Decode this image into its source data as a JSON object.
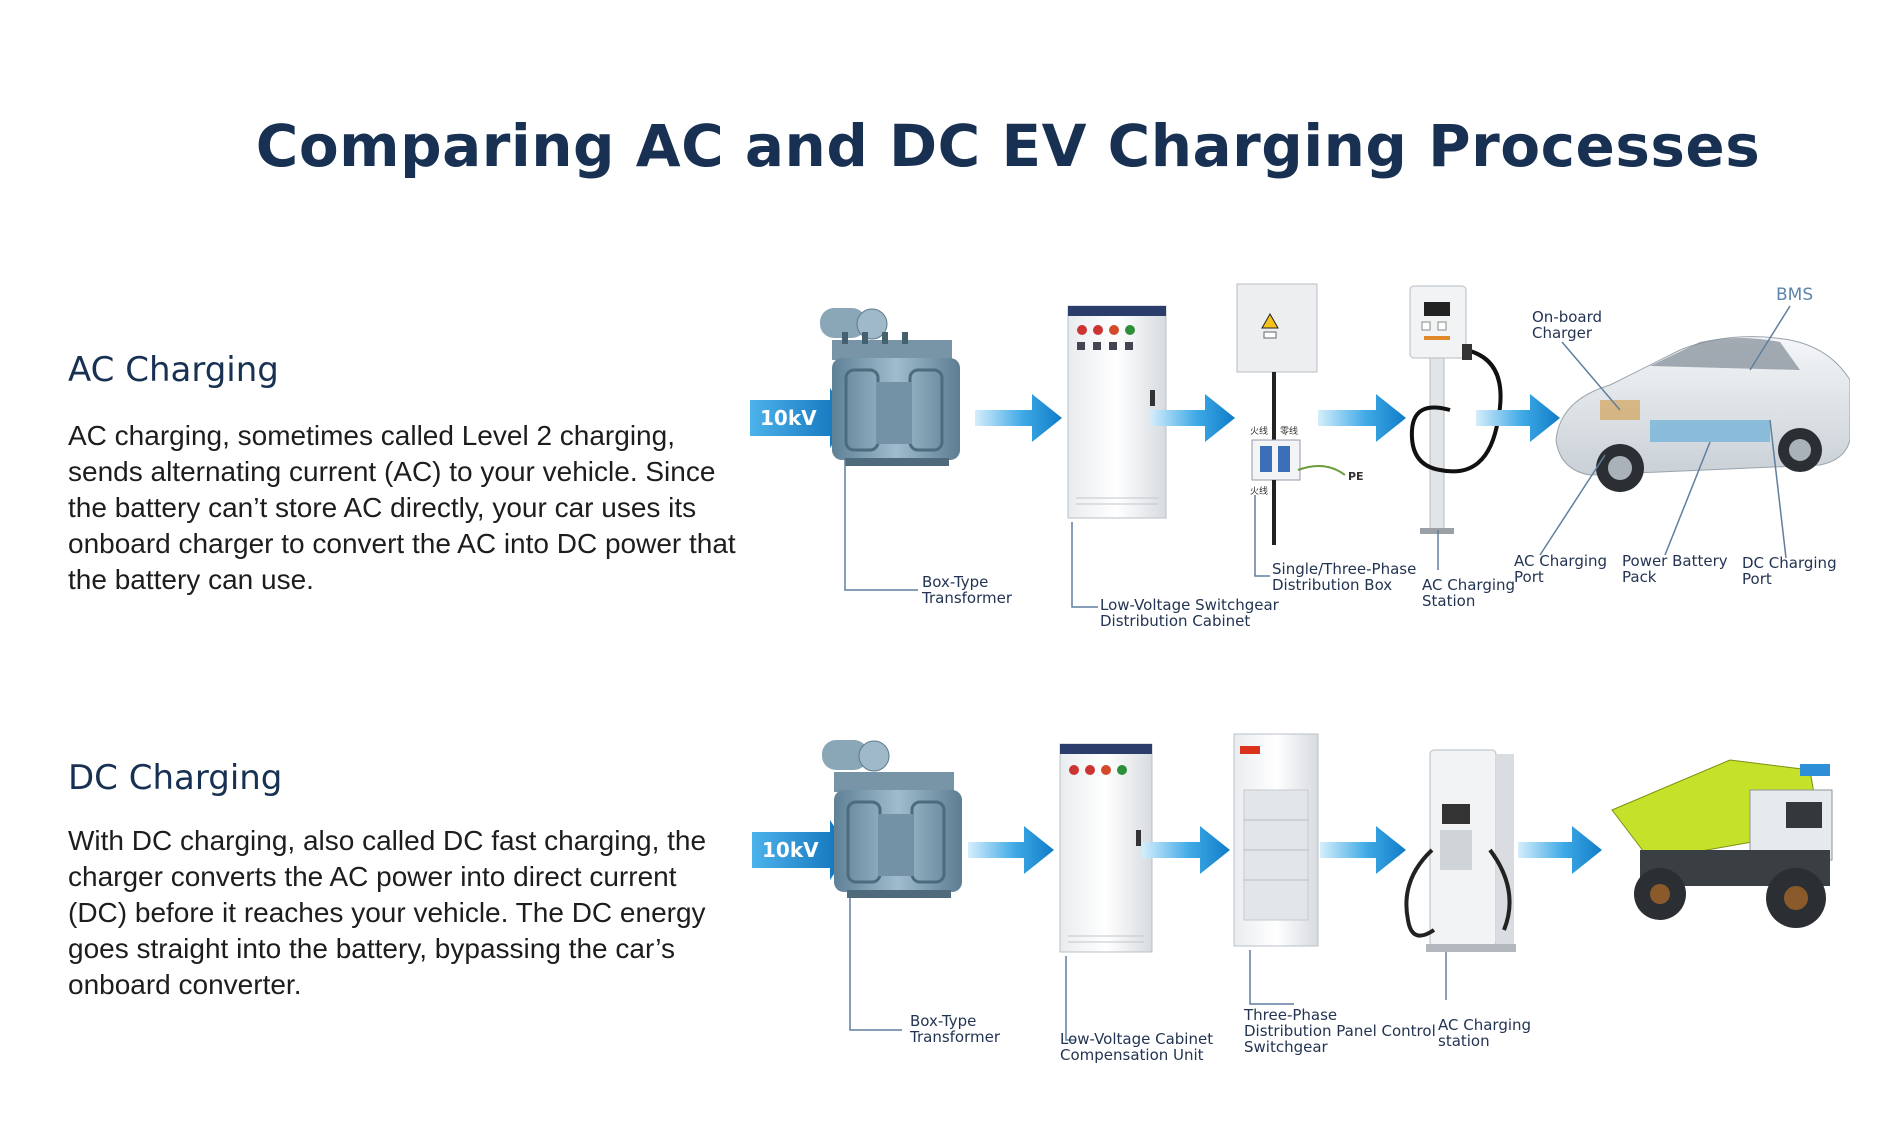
{
  "title": "Comparing AC and DC EV Charging Processes",
  "ac": {
    "heading": "AC Charging",
    "body": "AC charging, sometimes called Level 2 charging, sends alternating current (AC) to your vehicle. Since the battery can’t store AC directly, your car uses its onboard charger to convert the AC into DC power that the battery can use.",
    "voltage": "10kV",
    "labels": {
      "transformer_1": "Box-Type",
      "transformer_2": "Transformer",
      "cabinet_1": "Low-Voltage Switchgear",
      "cabinet_2": "Distribution Cabinet",
      "distbox_1": "Single/Three-Phase",
      "distbox_2": "Distribution Box",
      "station_1": "AC Charging",
      "station_2": "Station",
      "onboard_1": "On-board",
      "onboard_2": "Charger",
      "bms": "BMS",
      "acport_1": "AC Charging",
      "acport_2": "Port",
      "battery_1": "Power Battery",
      "battery_2": "Pack",
      "dcport_1": "DC Charging",
      "dcport_2": "Port",
      "pe": "PE",
      "fire_top": "火线",
      "zero_top": "零线",
      "fire_bottom": "火线"
    }
  },
  "dc": {
    "heading": "DC Charging",
    "body": "With DC charging, also called DC fast charging, the charger converts the AC power into direct current (DC) before it reaches your vehicle. The DC energy goes straight into the battery, bypassing the car’s onboard converter.",
    "voltage": "10kV",
    "labels": {
      "transformer_1": "Box-Type",
      "transformer_2": "Transformer",
      "cabinet_1": "Low-Voltage Cabinet",
      "cabinet_2": "Compensation Unit",
      "panel_1": "Three-Phase",
      "panel_2": "Distribution Panel Control",
      "panel_3": "Switchgear",
      "station_1": "AC Charging",
      "station_2": "station"
    }
  },
  "colors": {
    "heading": "#183153",
    "arrow": "#1a8fd6",
    "arrow_light": "#8fd0f3",
    "transformer": "#7a9bb0",
    "leader": "#5f7f9f",
    "truck_body": "#c6e12a"
  }
}
